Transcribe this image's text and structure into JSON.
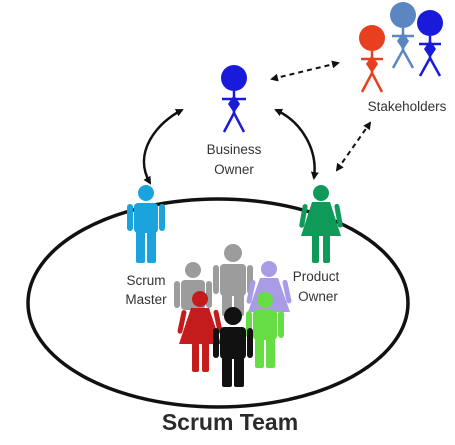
{
  "labels": {
    "stakeholders": "Stakeholders",
    "business_owner_line1": "Business",
    "business_owner_line2": "Owner",
    "scrum_master_line1": "Scrum",
    "scrum_master_line2": "Master",
    "product_owner_line1": "Product",
    "product_owner_line2": "Owner",
    "team_title": "Scrum Team"
  },
  "colors": {
    "business_owner": "#1a1adb",
    "stakeholder_red": "#e8401e",
    "stakeholder_steel": "#5b86c2",
    "stakeholder_blue": "#1a1adb",
    "scrum_master": "#1aa3dc",
    "product_owner": "#0f9a5a",
    "team_gray": "#9c9c9c",
    "team_lavender": "#a99be6",
    "team_red": "#c41c1c",
    "team_black": "#111111",
    "team_green": "#66dd44"
  }
}
